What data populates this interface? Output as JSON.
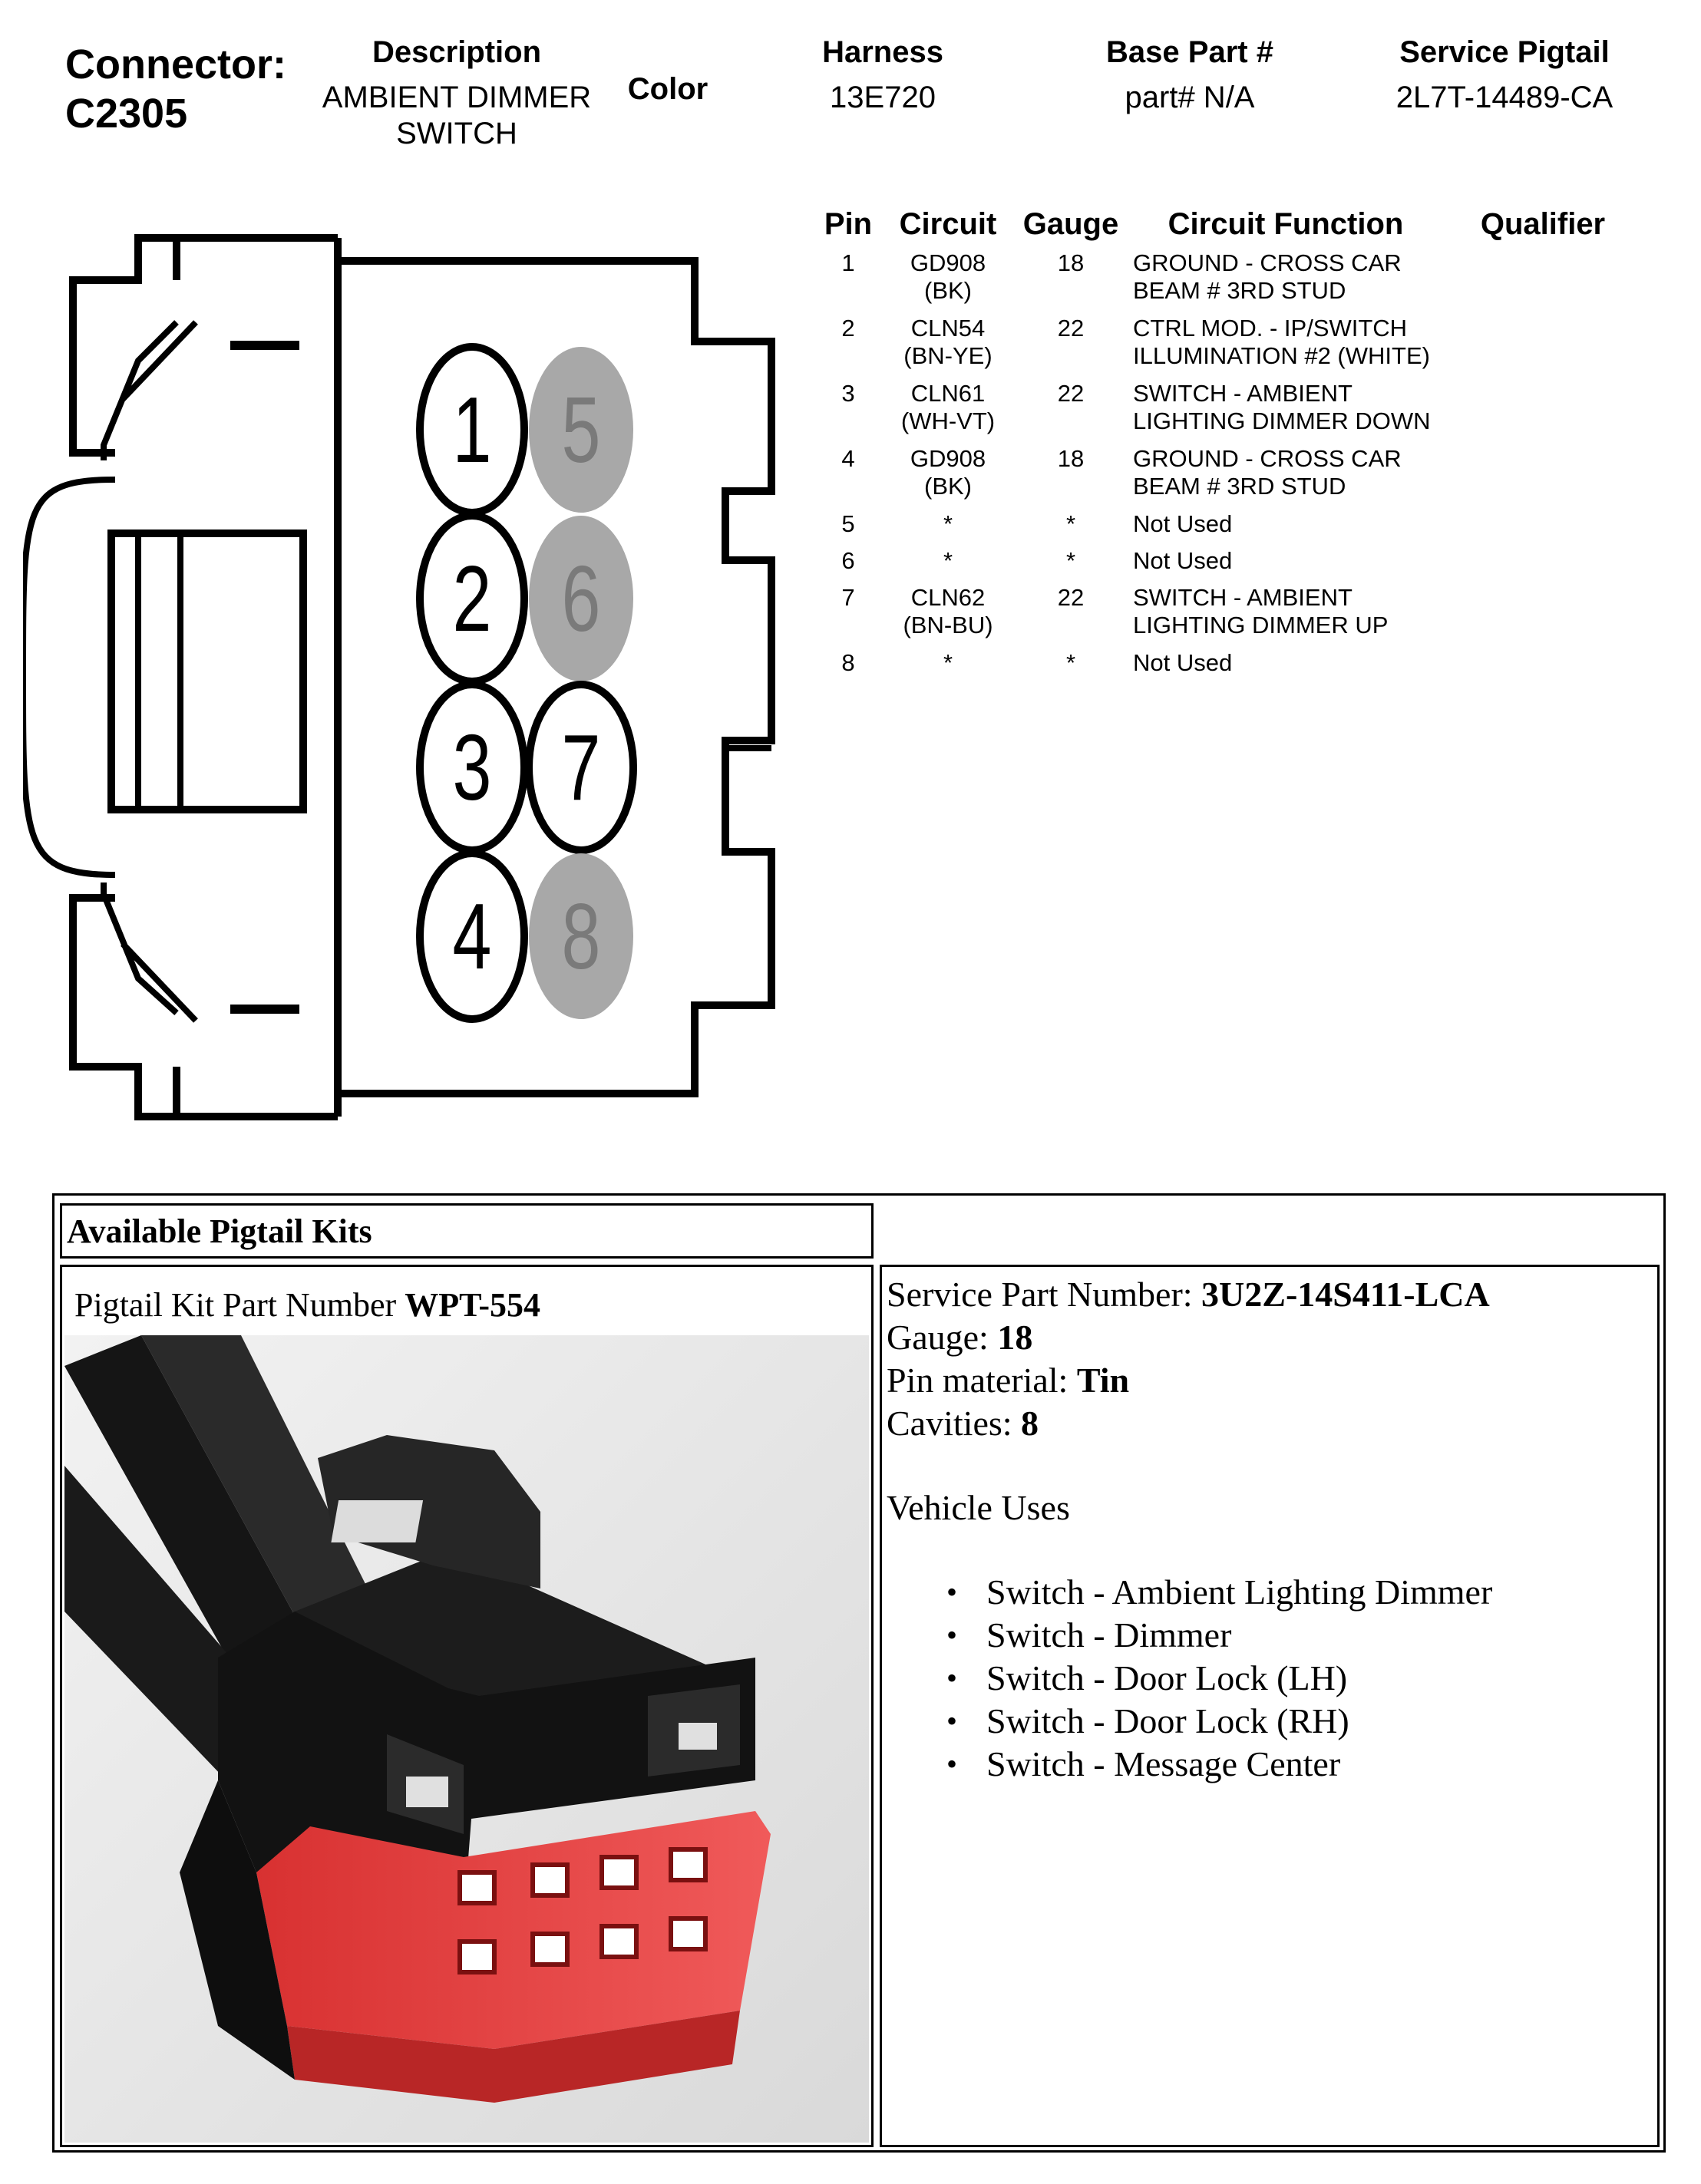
{
  "header": {
    "connector_label": "Connector:",
    "connector_id": "C2305",
    "description_label": "Description",
    "description_line1": "AMBIENT DIMMER",
    "description_line2": "SWITCH",
    "color_label": "Color",
    "harness_label": "Harness",
    "harness_value": "13E720",
    "base_part_label": "Base Part #",
    "base_part_value": "part# N/A",
    "service_pigtail_label": "Service Pigtail",
    "service_pigtail_value": "2L7T-14489-CA"
  },
  "connector_face": {
    "pins": [
      {
        "label": "1",
        "used": true
      },
      {
        "label": "2",
        "used": true
      },
      {
        "label": "3",
        "used": true
      },
      {
        "label": "4",
        "used": true
      },
      {
        "label": "5",
        "used": false
      },
      {
        "label": "6",
        "used": false
      },
      {
        "label": "7",
        "used": true
      },
      {
        "label": "8",
        "used": false
      }
    ],
    "colors": {
      "used_fill": "#ffffff",
      "unused_fill": "#a8a8a8",
      "unused_text": "#7a7a7a",
      "outline": "#000000"
    }
  },
  "pin_table": {
    "headers": {
      "pin": "Pin",
      "circuit": "Circuit",
      "gauge": "Gauge",
      "function": "Circuit Function",
      "qualifier": "Qualifier"
    },
    "rows": [
      {
        "pin": "1",
        "circuit1": "GD908",
        "circuit2": "(BK)",
        "gauge": "18",
        "function1": "GROUND - CROSS CAR",
        "function2": "BEAM # 3RD STUD"
      },
      {
        "pin": "2",
        "circuit1": "CLN54",
        "circuit2": "(BN-YE)",
        "gauge": "22",
        "function1": "CTRL MOD. - IP/SWITCH",
        "function2": "ILLUMINATION #2 (WHITE)"
      },
      {
        "pin": "3",
        "circuit1": "CLN61",
        "circuit2": "(WH-VT)",
        "gauge": "22",
        "function1": "SWITCH - AMBIENT",
        "function2": "LIGHTING DIMMER DOWN"
      },
      {
        "pin": "4",
        "circuit1": "GD908",
        "circuit2": "(BK)",
        "gauge": "18",
        "function1": "GROUND - CROSS CAR",
        "function2": "BEAM # 3RD STUD"
      },
      {
        "pin": "5",
        "circuit1": "*",
        "circuit2": "",
        "gauge": "*",
        "function1": "Not Used",
        "function2": ""
      },
      {
        "pin": "6",
        "circuit1": "*",
        "circuit2": "",
        "gauge": "*",
        "function1": "Not Used",
        "function2": ""
      },
      {
        "pin": "7",
        "circuit1": "CLN62",
        "circuit2": "(BN-BU)",
        "gauge": "22",
        "function1": "SWITCH - AMBIENT",
        "function2": "LIGHTING DIMMER UP"
      },
      {
        "pin": "8",
        "circuit1": "*",
        "circuit2": "",
        "gauge": "*",
        "function1": "Not Used",
        "function2": ""
      }
    ]
  },
  "pigtail": {
    "section_title": "Available Pigtail Kits",
    "kit_label": "Pigtail Kit Part Number ",
    "kit_number": "WPT-554",
    "photo": {
      "housing_color": "#1c1c1c",
      "face_color": "#e23a3a",
      "background": "#e6e6e6"
    },
    "specs": {
      "service_part_label": "Service Part Number: ",
      "service_part_value": "3U2Z-14S411-LCA",
      "gauge_label": "Gauge: ",
      "gauge_value": "18",
      "pin_material_label": "Pin material: ",
      "pin_material_value": "Tin",
      "cavities_label": "Cavities: ",
      "cavities_value": "8"
    },
    "vehicle_uses_title": "Vehicle Uses",
    "vehicle_uses": [
      "Switch - Ambient Lighting Dimmer",
      "Switch - Dimmer",
      "Switch - Door Lock (LH)",
      "Switch - Door Lock (RH)",
      "Switch - Message Center"
    ]
  }
}
